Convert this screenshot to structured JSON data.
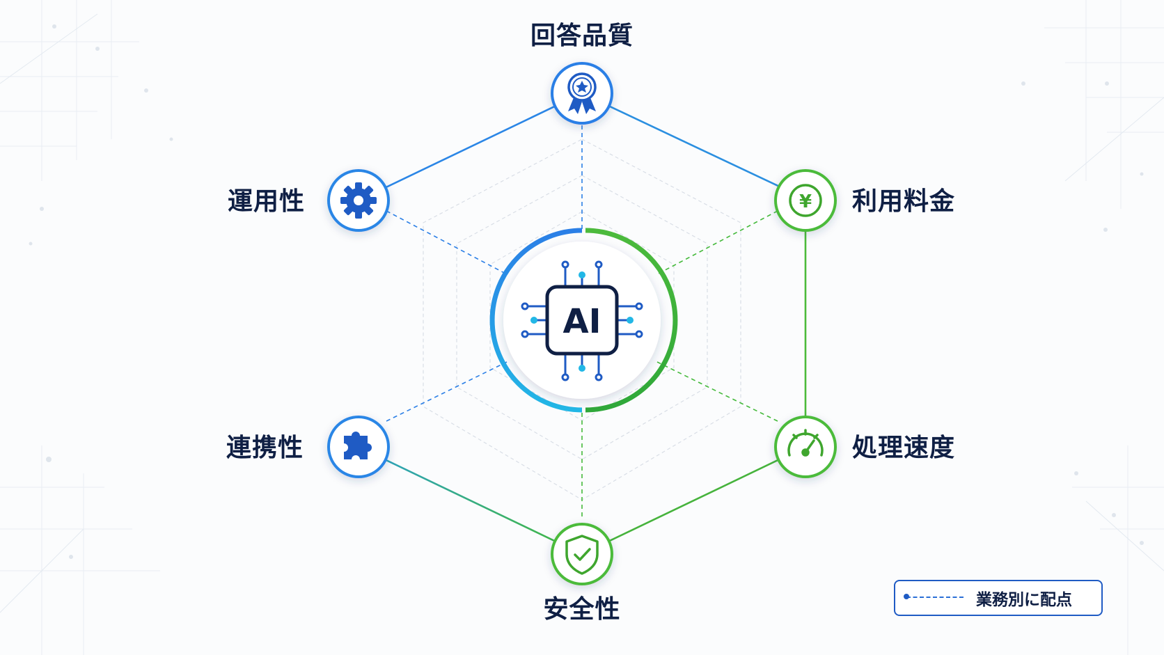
{
  "diagram": {
    "center": {
      "text": "AI"
    },
    "axes": [
      {
        "id": "quality",
        "label": "回答品質",
        "icon": "award-ribbon-icon",
        "color": "#1f5bc4"
      },
      {
        "id": "cost",
        "label": "利用料金",
        "icon": "yen-coin-icon",
        "color": "#3fa62e"
      },
      {
        "id": "speed",
        "label": "処理速度",
        "icon": "speedometer-icon",
        "color": "#3fa62e"
      },
      {
        "id": "safety",
        "label": "安全性",
        "icon": "shield-check-icon",
        "color": "#3fa62e"
      },
      {
        "id": "integration",
        "label": "連携性",
        "icon": "puzzle-piece-icon",
        "color": "#1f5bc4"
      },
      {
        "id": "operability",
        "label": "運用性",
        "icon": "gear-icon",
        "color": "#1f5bc4"
      }
    ],
    "legend": {
      "text": "業務別に配点",
      "style": "dashed-line"
    }
  },
  "colors": {
    "blue": "#1f5bc4",
    "light_blue": "#2b8fe8",
    "green": "#3fa62e",
    "navy_text": "#0f1f44"
  }
}
